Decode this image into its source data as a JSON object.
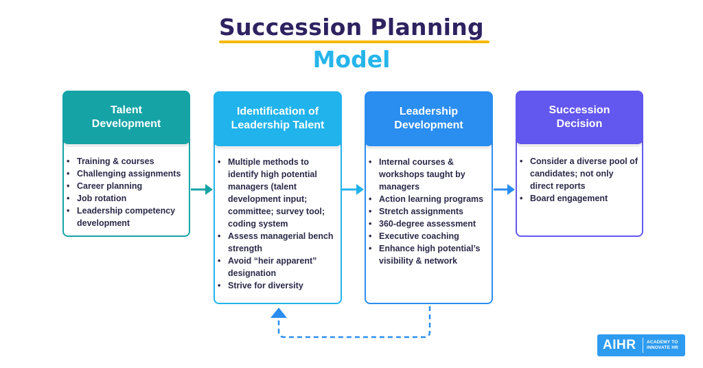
{
  "title": {
    "line1": "Succession Planning",
    "line2": "Model"
  },
  "colors": {
    "title_dark": "#2e2260",
    "title_blue": "#25b5ea",
    "underline": "#f5b800",
    "talent": "#15a3a6",
    "identification": "#21b3ec",
    "leadership": "#2a8df0",
    "succession": "#6257ee"
  },
  "cards": [
    {
      "heading": [
        "Talent",
        "Development"
      ],
      "items": [
        "Training & courses",
        "Challenging assignments",
        "Career planning",
        "Job rotation",
        "Leadership competency development"
      ]
    },
    {
      "heading": [
        "Identification of",
        "Leadership Talent"
      ],
      "items": [
        "Multiple methods to identify high potential managers (talent development input; committee; survey tool; coding system",
        "Assess managerial bench strength",
        "Avoid “heir apparent” designation",
        "Strive for diversity"
      ]
    },
    {
      "heading": [
        "Leadership",
        "Development"
      ],
      "items": [
        "Internal courses & workshops taught by managers",
        "Action learning programs",
        "Stretch assignments",
        "360-degree assessment",
        "Executive coaching",
        "Enhance high potential’s visibility & network"
      ]
    },
    {
      "heading": [
        "Succession",
        "Decision"
      ],
      "items": [
        "Consider a diverse pool of candidates; not only direct reports",
        "Board engagement"
      ]
    }
  ],
  "logo": {
    "main": "AIHR",
    "sub_line1": "ACADEMY TO",
    "sub_line2": "INNOVATE HR"
  }
}
